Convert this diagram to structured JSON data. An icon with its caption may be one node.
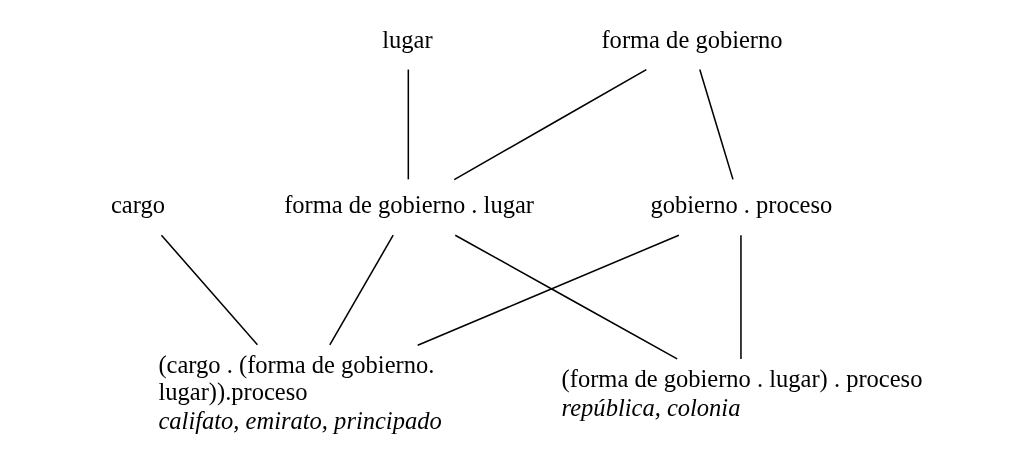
{
  "diagram": {
    "nodes": [
      {
        "text": [
          "forma de gobierno"
        ]
      },
      {
        "text": [
          "lugar"
        ]
      },
      {
        "text": [
          "gobierno . proceso"
        ]
      },
      {
        "text": [
          "cargo"
        ]
      },
      {
        "text": [
          "forma de gobierno . lugar"
        ]
      },
      {
        "text": [
          "(cargo . (forma de gobierno. lugar)).proceso",
          "califato, emirato, principado"
        ]
      },
      {
        "text": [
          "(forma de gobierno . lugar) . proceso",
          "república, colonia"
        ]
      }
    ],
    "edges": [
      {
        "from": 0,
        "to": 2,
        "arrow": "none"
      },
      {
        "from": 0,
        "to": 4,
        "arrow": "none"
      },
      {
        "from": 1,
        "to": 4,
        "arrow": "none"
      },
      {
        "from": 3,
        "to": 5,
        "arrow": "none"
      },
      {
        "from": 2,
        "to": 5,
        "arrow": "none"
      },
      {
        "from": 4,
        "to": 5,
        "arrow": "none"
      },
      {
        "from": 2,
        "to": 6,
        "arrow": "none"
      },
      {
        "from": 4,
        "to": 6,
        "arrow": "none"
      }
    ]
  }
}
